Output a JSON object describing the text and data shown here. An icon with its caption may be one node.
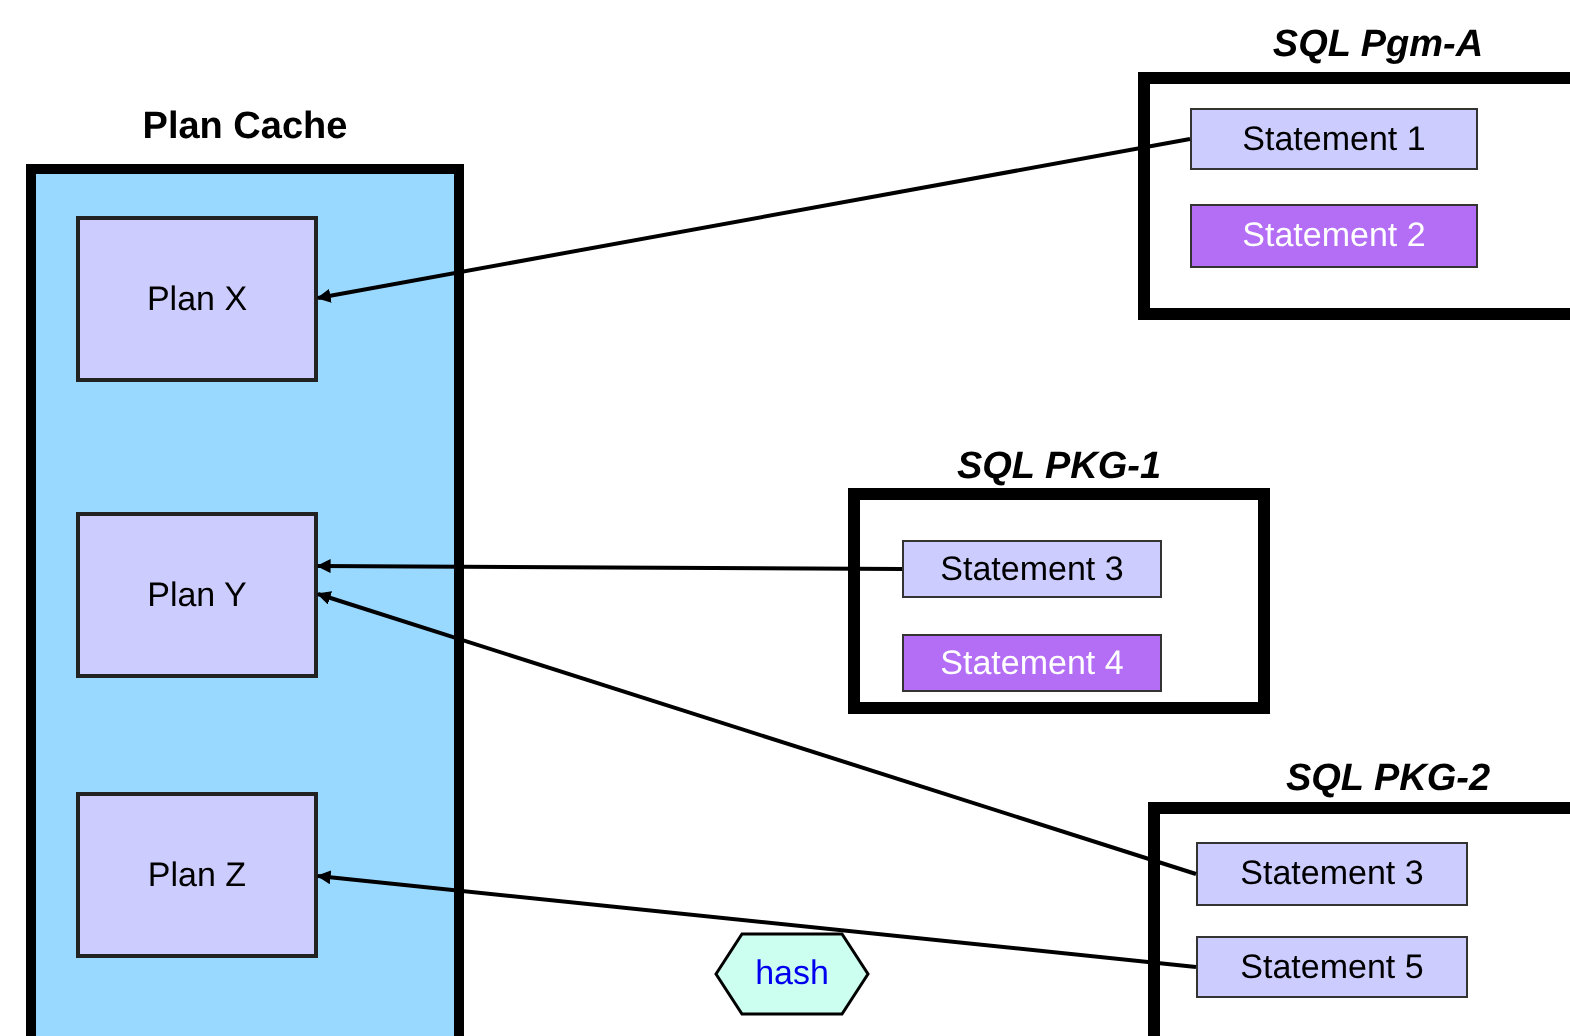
{
  "diagram": {
    "nodes": [
      {
        "text": [
          "Plan Cache"
        ]
      },
      {
        "text": [
          "Plan X"
        ],
        "in": 0
      },
      {
        "text": [
          "Plan Y"
        ],
        "in": 0
      },
      {
        "text": [
          "Plan Z"
        ],
        "in": 0
      },
      {
        "text": [
          "SQL Pgm-A"
        ]
      },
      {
        "text": [
          "Statement 1"
        ],
        "in": 4
      },
      {
        "text": [
          "Statement 2"
        ],
        "in": 4
      },
      {
        "text": [
          "SQL PKG-1"
        ]
      },
      {
        "text": [
          "Statement 3"
        ],
        "in": 7
      },
      {
        "text": [
          "Statement 4"
        ],
        "in": 7
      },
      {
        "text": [
          "SQL PKG-2"
        ]
      },
      {
        "text": [
          "Statement 3"
        ],
        "in": 10
      },
      {
        "text": [
          "Statement 5"
        ],
        "in": 10
      },
      {
        "text": [
          "hash"
        ]
      }
    ],
    "edges": [
      {
        "from": 5,
        "to": 1,
        "arrow": "to"
      },
      {
        "from": 8,
        "to": 2,
        "arrow": "to"
      },
      {
        "from": 11,
        "to": 2,
        "arrow": "to"
      },
      {
        "from": 12,
        "to": 3,
        "arrow": "to"
      }
    ]
  }
}
